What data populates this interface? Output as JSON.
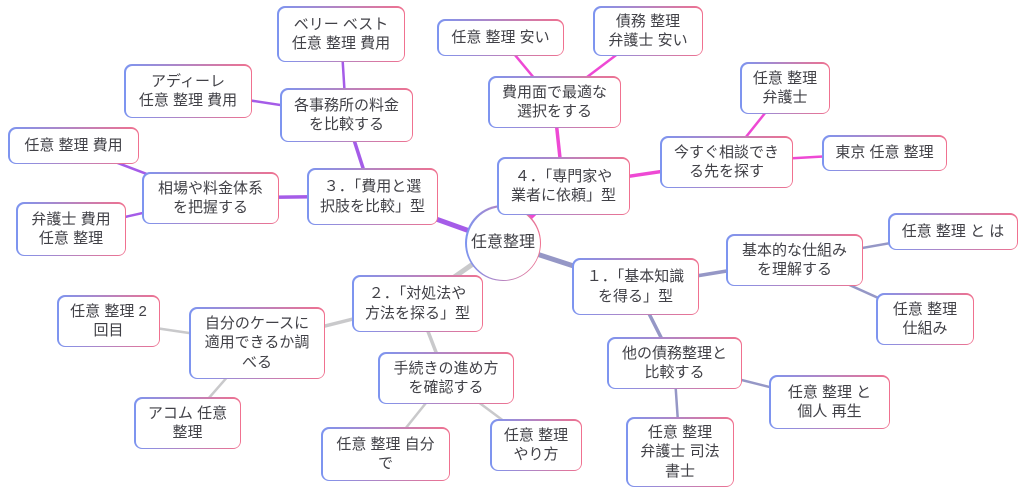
{
  "center": {
    "label": "任意整理"
  },
  "style": {
    "background": "#ffffff",
    "node_border_gradient_left": "#7d95f0",
    "node_border_gradient_right": "#f0718f",
    "text_color": "#414147"
  },
  "branches": [
    {
      "label": "１．「基本知識\nを得る」型",
      "color": "#9597c6",
      "subtopics": [
        {
          "label": "基本的な仕組み\nを理解する",
          "keywords": [
            {
              "label": "任意 整理 と は"
            },
            {
              "label": "任意 整理\n仕組み"
            }
          ]
        },
        {
          "label": "他の債務整理と\n比較する",
          "keywords": [
            {
              "label": "任意 整理 と\n個人 再生"
            },
            {
              "label": "任意 整理\n弁護士 司法\n書士"
            }
          ]
        }
      ]
    },
    {
      "label": "２．「対処法や\n方法を探る」型",
      "color": "#c9c9cb",
      "subtopics": [
        {
          "label": "自分のケースに\n適用できるか調\nべる",
          "keywords": [
            {
              "label": "任意 整理 2\n回目"
            },
            {
              "label": "アコム 任意\n整理"
            }
          ]
        },
        {
          "label": "手続きの進め方\nを確認する",
          "keywords": [
            {
              "label": "任意 整理 自分\nで"
            },
            {
              "label": "任意 整理\nやり方"
            }
          ]
        }
      ]
    },
    {
      "label": "３．「費用と選\n択肢を比較」型",
      "color": "#a55ce8",
      "subtopics": [
        {
          "label": "相場や料金体系\nを把握する",
          "keywords": [
            {
              "label": "任意 整理 費用"
            },
            {
              "label": "弁護士 費用\n任意 整理"
            }
          ]
        },
        {
          "label": "各事務所の料金\nを比較する",
          "keywords": [
            {
              "label": "ベリー ベスト\n任意 整理 費用"
            },
            {
              "label": "アディーレ\n任意 整理 費用"
            }
          ]
        }
      ]
    },
    {
      "label": "４．「専門家や\n業者に依頼」型",
      "color": "#ee49d4",
      "subtopics": [
        {
          "label": "費用面で最適な\n選択をする",
          "keywords": [
            {
              "label": "任意 整理 安い"
            },
            {
              "label": "債務 整理\n弁護士 安い"
            }
          ]
        },
        {
          "label": "今すぐ相談でき\nる先を探す",
          "keywords": [
            {
              "label": "任意 整理\n弁護士"
            },
            {
              "label": "東京 任意 整理"
            }
          ]
        }
      ]
    }
  ]
}
